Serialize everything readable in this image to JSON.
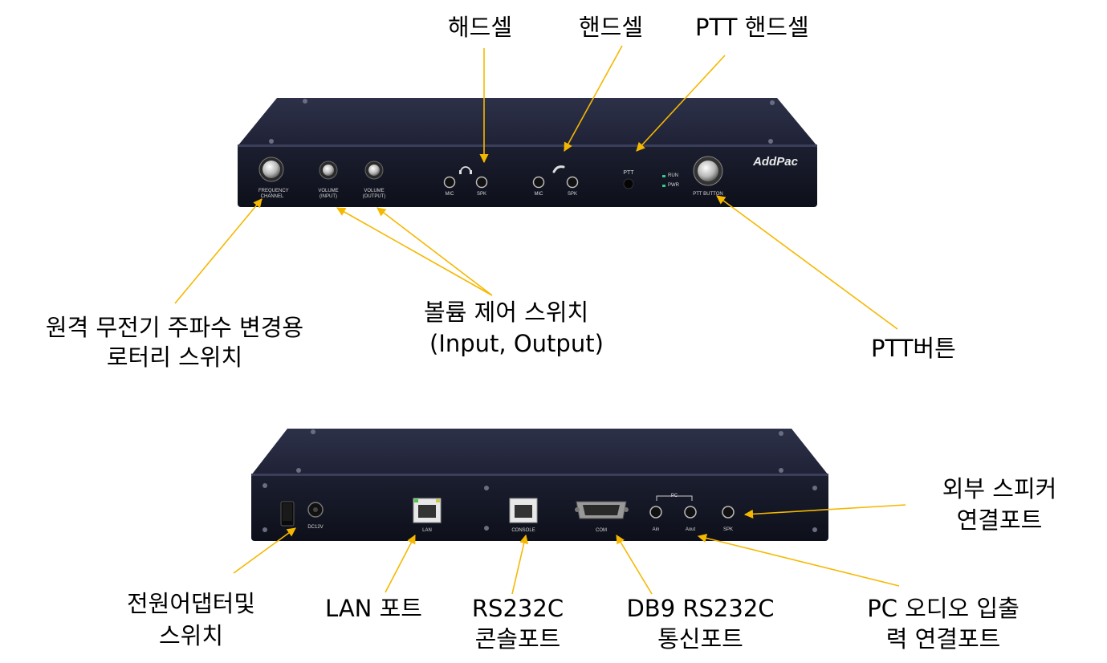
{
  "front_labels": {
    "handset_headphone": "해드셀",
    "handset_phone": "핸드셀",
    "ptt_handset": "PTT 핸드셀",
    "rotary_line1": "원격 무전기 주파수 변경용",
    "rotary_line2": "로터리 스위치",
    "volume_line1": "볼륨 제어 스위치",
    "volume_line2": "(Input, Output)",
    "ptt_button": "PTT버튼"
  },
  "back_labels": {
    "speaker_line1": "외부 스피커",
    "speaker_line2": "연결포트",
    "power_line1": "전원어댑터및",
    "power_line2": "스위치",
    "lan": "LAN 포트",
    "console_line1": "RS232C",
    "console_line2": "콘솔포트",
    "com_line1": "DB9 RS232C",
    "com_line2": "통신포트",
    "pc_audio_line1": "PC 오디오 입출",
    "pc_audio_line2": "력 연결포트"
  },
  "front_panel": {
    "brand": "AddPac",
    "frequency": "FREQUENCY\nCHANNEL",
    "vol_input": "VOLUME\n(INPUT)",
    "vol_output": "VOLUME\n(OUTPUT)",
    "mic1": "MIC",
    "spk1": "SPK",
    "mic2": "MIC",
    "spk2": "SPK",
    "ptt": "PTT",
    "run": "RUN",
    "pwr": "PWR",
    "ptt_button": "PTT BUTTON"
  },
  "back_panel": {
    "dc": "DC12V",
    "lan": "LAN",
    "console": "CONSOLE",
    "com": "COM",
    "pc": "PC",
    "ain": "Ain",
    "aout": "Aout",
    "spk": "SPK"
  },
  "colors": {
    "callout": "#f5b800",
    "device": "#1a1d2e",
    "device_face": "#141626"
  }
}
